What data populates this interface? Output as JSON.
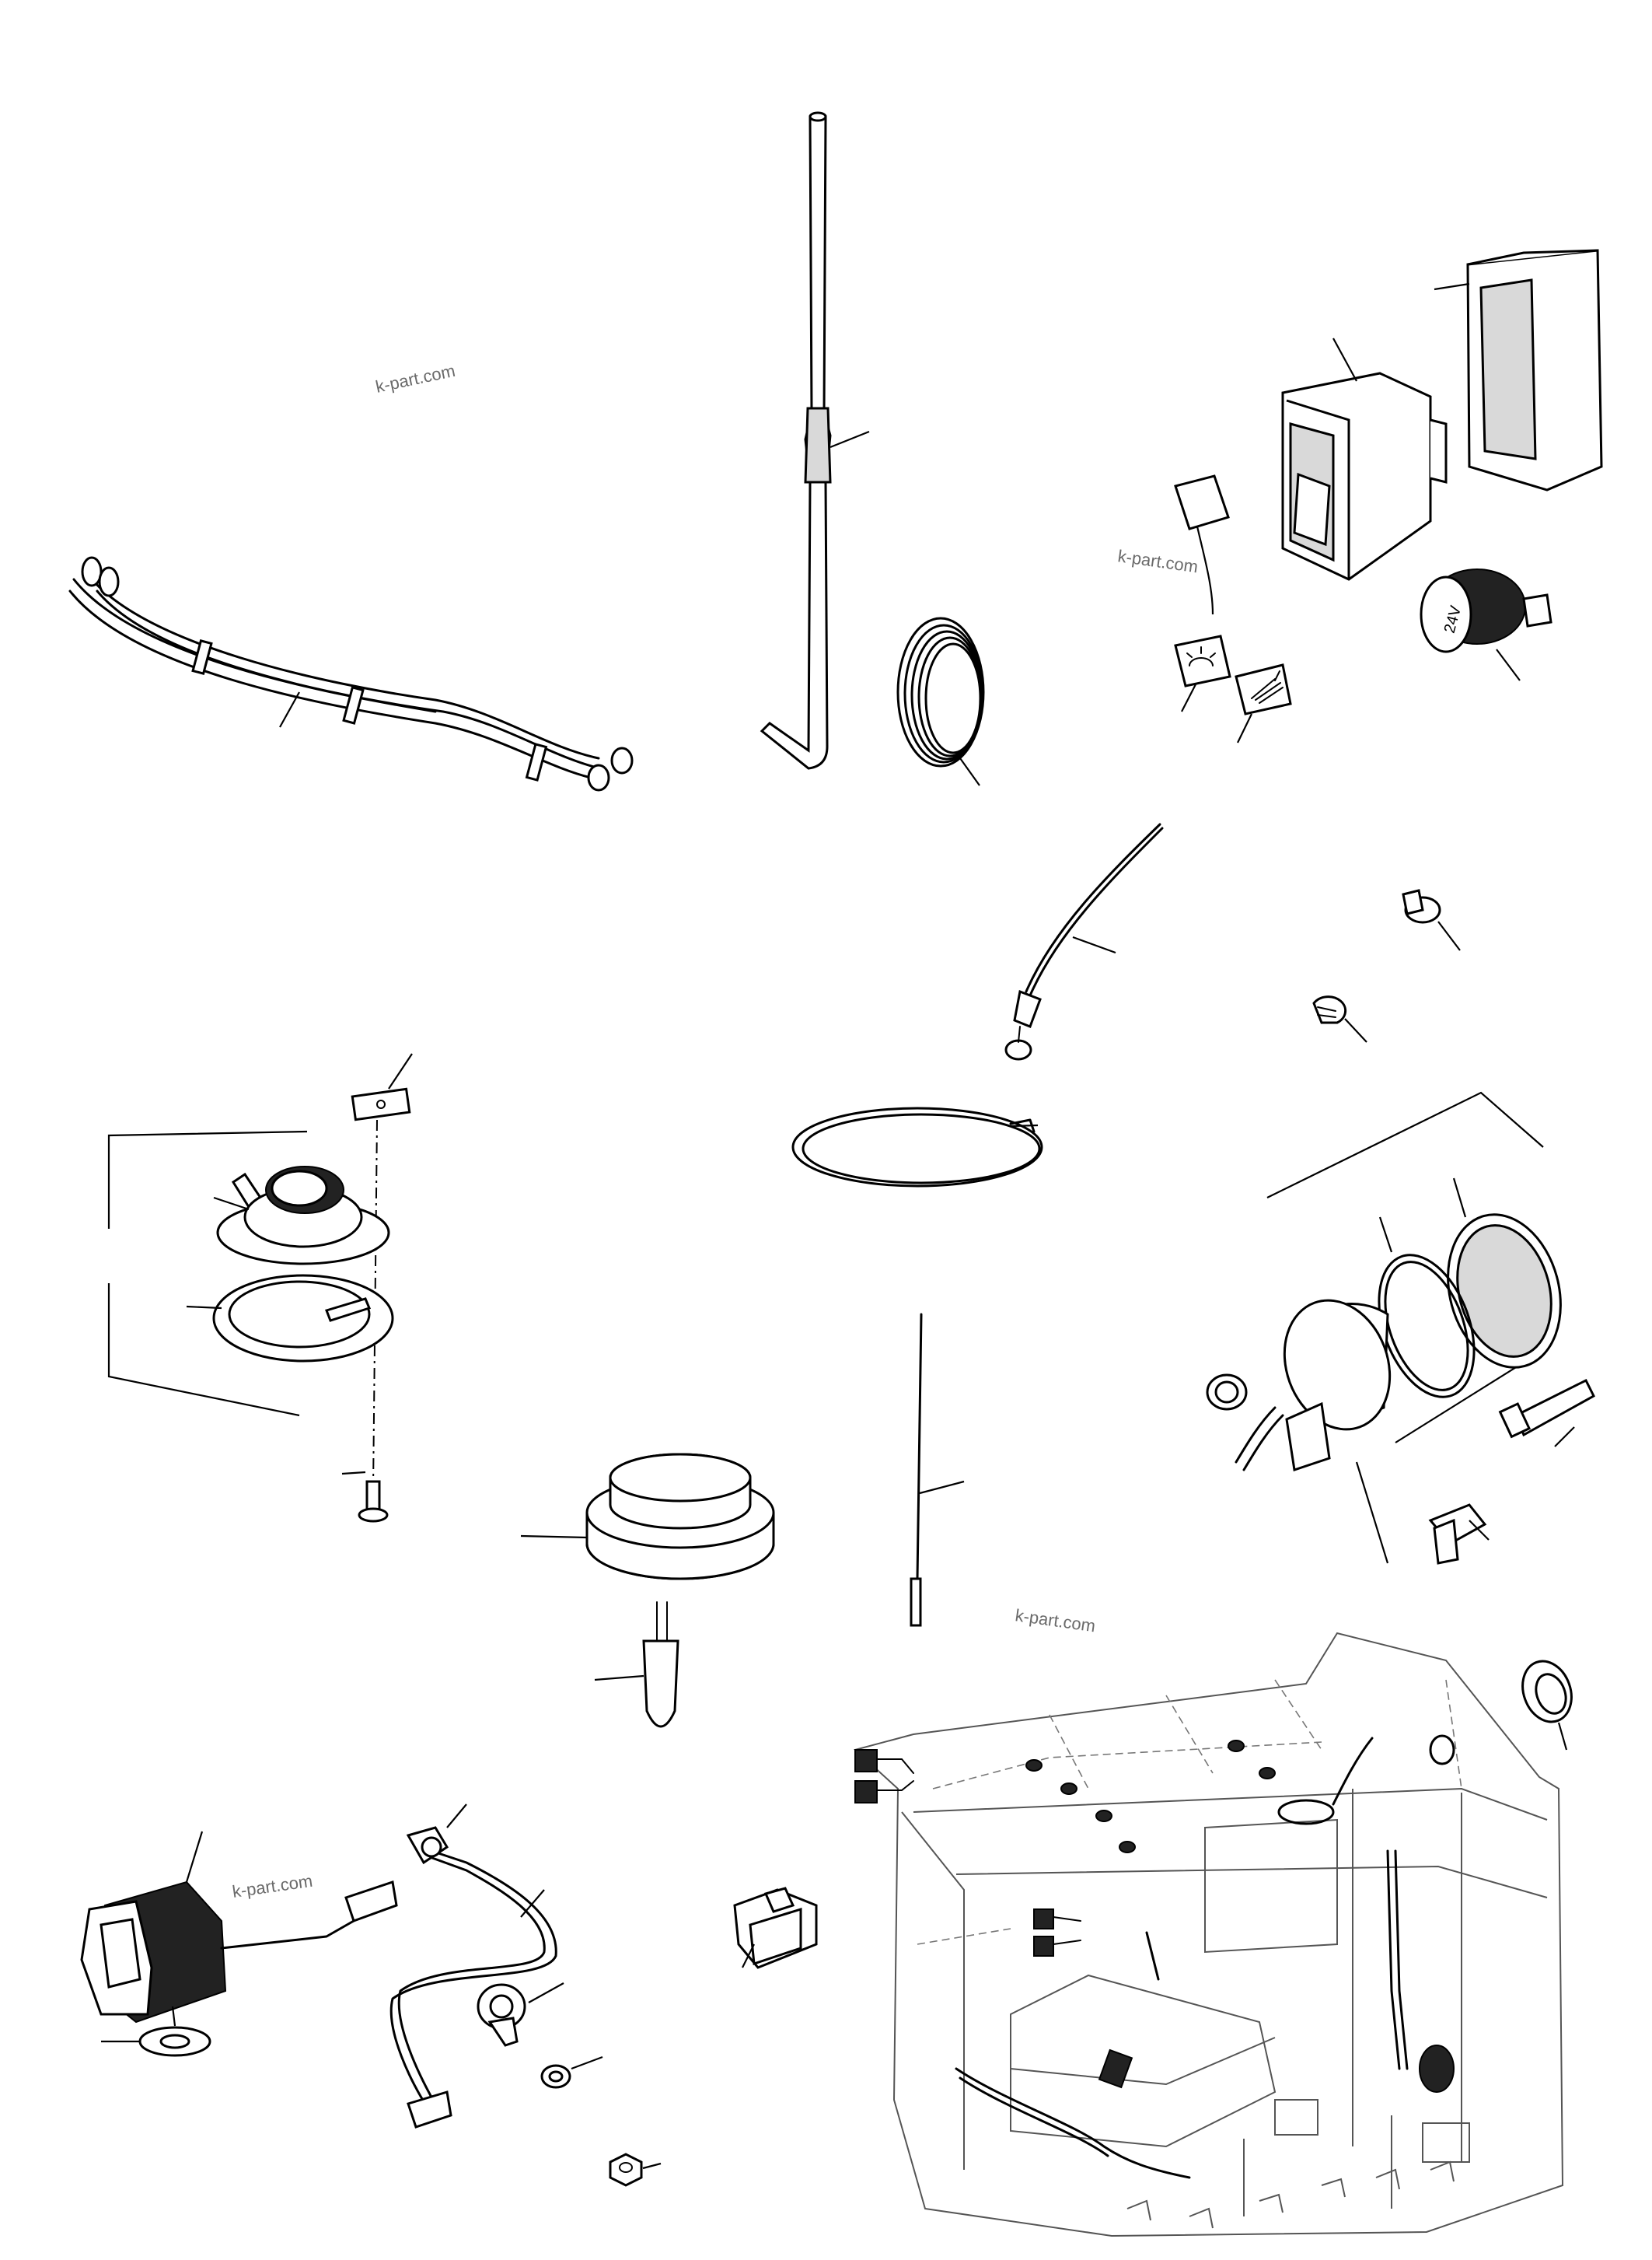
{
  "watermarks": [
    {
      "id": "wm1",
      "text": "k-part.com"
    },
    {
      "id": "wm2",
      "text": "k-part.com"
    },
    {
      "id": "wm3",
      "text": "k-part.com"
    },
    {
      "id": "wm4",
      "text": "k-part.com"
    }
  ],
  "switch_label": "24V",
  "colors": {
    "line": "#000000",
    "background": "#ffffff",
    "watermark": "#6a6a6a"
  }
}
